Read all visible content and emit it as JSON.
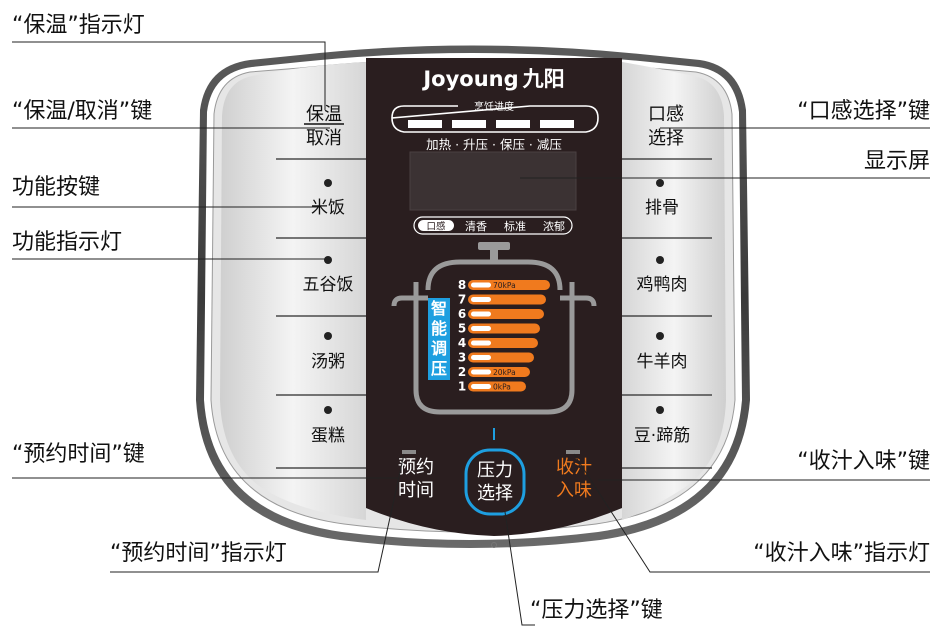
{
  "brand": {
    "name": "Joyoung",
    "cn": "九阳"
  },
  "callouts": {
    "keep_warm_light": "“保温”指示灯",
    "keep_warm_cancel_key": "“保温/取消”键",
    "function_key": "功能按键",
    "function_light": "功能指示灯",
    "preset_time_key": "“预约时间”键",
    "preset_time_light": "“预约时间”指示灯",
    "pressure_select_key": "“压力选择”键",
    "taste_select_key": "“口感选择”键",
    "display": "显示屏",
    "reduce_sauce_key": "“收汁入味”键",
    "reduce_sauce_light": "“收汁入味”指示灯"
  },
  "left_keys": [
    {
      "line1": "保温",
      "line2": "取消"
    },
    {
      "line1": "米饭"
    },
    {
      "line1": "五谷饭"
    },
    {
      "line1": "汤粥"
    },
    {
      "line1": "蛋糕"
    }
  ],
  "right_keys": [
    {
      "line1": "口感",
      "line2": "选择"
    },
    {
      "line1": "排骨"
    },
    {
      "line1": "鸡鸭肉"
    },
    {
      "line1": "牛羊肉"
    },
    {
      "line1": "豆·蹄筋"
    }
  ],
  "center": {
    "progress_title": "烹饪进度",
    "progress_steps": "加热 · 升压 · 保压 · 减压",
    "taste_label": "口感",
    "taste_options": [
      "清香",
      "标准",
      "浓郁"
    ],
    "smart_pressure": [
      "智",
      "能",
      "调",
      "压"
    ],
    "pressure_levels": [
      {
        "level": "8",
        "kpa": "70kPa"
      },
      {
        "level": "7",
        "kpa": ""
      },
      {
        "level": "6",
        "kpa": ""
      },
      {
        "level": "5",
        "kpa": ""
      },
      {
        "level": "4",
        "kpa": ""
      },
      {
        "level": "3",
        "kpa": ""
      },
      {
        "level": "2",
        "kpa": "20kPa"
      },
      {
        "level": "1",
        "kpa": "0kPa"
      }
    ],
    "preset_key": {
      "line1": "预约",
      "line2": "时间"
    },
    "pressure_key": {
      "line1": "压力",
      "line2": "选择"
    },
    "reduce_key": {
      "line1": "收汁",
      "line2": "入味"
    }
  },
  "colors": {
    "orange": "#f07a1e",
    "blue": "#1e9fe0",
    "dark": "#2a1e1f"
  }
}
